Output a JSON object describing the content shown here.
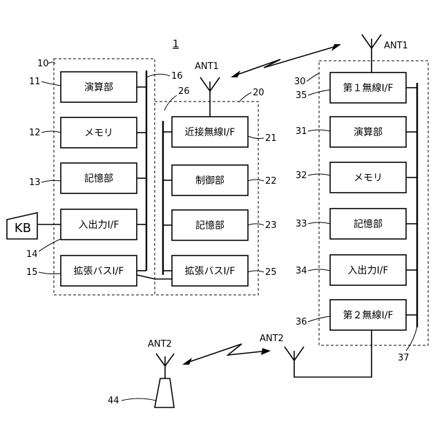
{
  "figure_label": "1",
  "blocks": {
    "calc_10": "演算部",
    "memory_10": "メモリ",
    "storage_10": "記憶部",
    "io_10": "入出力I/F",
    "expbus_10": "拡張バスI/F",
    "nearfield_20": "近接無線I/F",
    "control_20": "制御部",
    "storage_20": "記憶部",
    "expbus_20": "拡張バスI/F",
    "wireless1_30": "第１無線I/F",
    "calc_30": "演算部",
    "memory_30": "メモリ",
    "storage_30": "記憶部",
    "io_30": "入出力I/F",
    "wireless2_30": "第２無線I/F"
  },
  "device": {
    "keyboard": "KB"
  },
  "antennas": {
    "ant1_left": "ANT1",
    "ant1_right": "ANT1",
    "ant2_left": "ANT2",
    "ant2_right": "ANT2"
  },
  "refs": {
    "r10": "10",
    "r11": "11",
    "r12": "12",
    "r13": "13",
    "r14": "14",
    "r15": "15",
    "r16": "16",
    "r20": "20",
    "r21": "21",
    "r22": "22",
    "r23": "23",
    "r25": "25",
    "r26": "26",
    "r30": "30",
    "r31": "31",
    "r32": "32",
    "r33": "33",
    "r34": "34",
    "r35": "35",
    "r36": "36",
    "r37": "37",
    "r44": "44"
  }
}
